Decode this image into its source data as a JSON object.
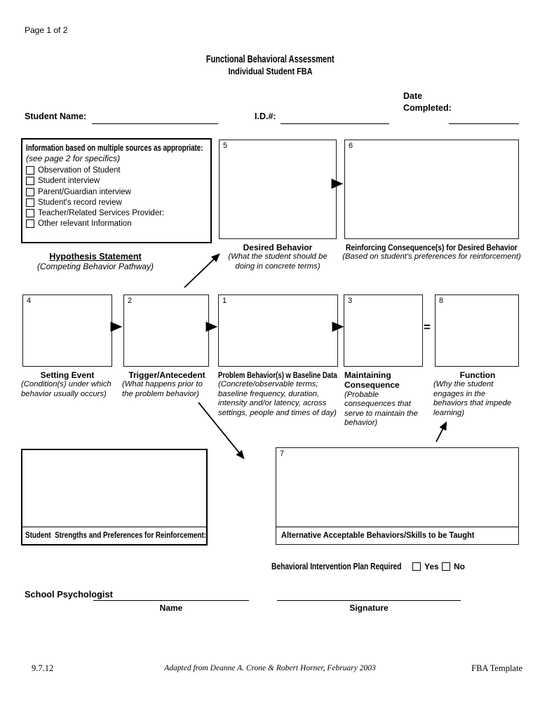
{
  "page": {
    "page_number": "Page 1 of 2",
    "footer": {
      "left": "9.7.12",
      "center": "Adapted from Deanne A. Crone & Robert Horner, February 2003",
      "right": "FBA Template"
    },
    "colors": {
      "background": "#ffffff",
      "text": "#000000",
      "border": "#000000"
    }
  },
  "header": {
    "title": "Functional Behavioral Assessment",
    "subtitle": "Individual Student FBA"
  },
  "student_info": {
    "student_name_label": "Student Name:",
    "id_label": "I.D.#:",
    "date_completed_line1": "Date",
    "date_completed_line2": "Completed:"
  },
  "sources": {
    "title": "Information based on multiple sources as appropriate:",
    "subtitle": "(see page 2 for specifics)",
    "items": [
      {
        "label": "Observation of Student",
        "checked": false
      },
      {
        "label": "Student interview",
        "checked": false
      },
      {
        "label": "Parent/Guardian interview",
        "checked": false
      },
      {
        "label": "Student's record review",
        "checked": false
      },
      {
        "label": "Teacher/Related Services Provider:",
        "checked": false
      },
      {
        "label": "Other relevant Information",
        "checked": false
      }
    ]
  },
  "hypothesis": {
    "title": "Hypothesis Statement",
    "subtitle": "(Competing Behavior Pathway)"
  },
  "diagram": {
    "equals": "=",
    "boxes": {
      "desired_behavior": {
        "number": "5",
        "label": "Desired Behavior",
        "description": "(What the student should be doing in concrete terms)"
      },
      "reinforcing_consequence": {
        "number": "6",
        "label": "Reinforcing Consequence(s) for Desired Behavior",
        "description": "(Based on student's preferences for reinforcement)"
      },
      "setting_event": {
        "number": "4",
        "label": "Setting Event",
        "description": "(Condition(s) under which behavior usually occurs)"
      },
      "trigger_antecedent": {
        "number": "2",
        "label": "Trigger/Antecedent",
        "description": "(What happens prior to the problem behavior)"
      },
      "problem_behavior": {
        "number": "1",
        "label": "Problem Behavior(s) w Baseline Data",
        "description": "(Concrete/observable terms; baseline frequency, duration, intensity and/or latency, across settings, people and times of day)"
      },
      "maintaining_consequence": {
        "number": "3",
        "label": "Maintaining Consequence",
        "description": "(Probable consequences that serve to maintain the behavior)"
      },
      "function": {
        "number": "8",
        "label": "Function",
        "description": "(Why the student engages in the behaviors that impede learning)"
      },
      "alternative_behaviors": {
        "number": "7",
        "label": "Alternative Acceptable Behaviors/Skills to be Taught"
      },
      "student_strengths": {
        "label": "Student  Strengths and Preferences for Reinforcement:"
      }
    }
  },
  "bip": {
    "label": "Behavioral Intervention Plan Required",
    "yes_label": "Yes",
    "no_label": "No"
  },
  "signature_section": {
    "label": "School Psychologist",
    "name_caption": "Name",
    "signature_caption": "Signature"
  }
}
